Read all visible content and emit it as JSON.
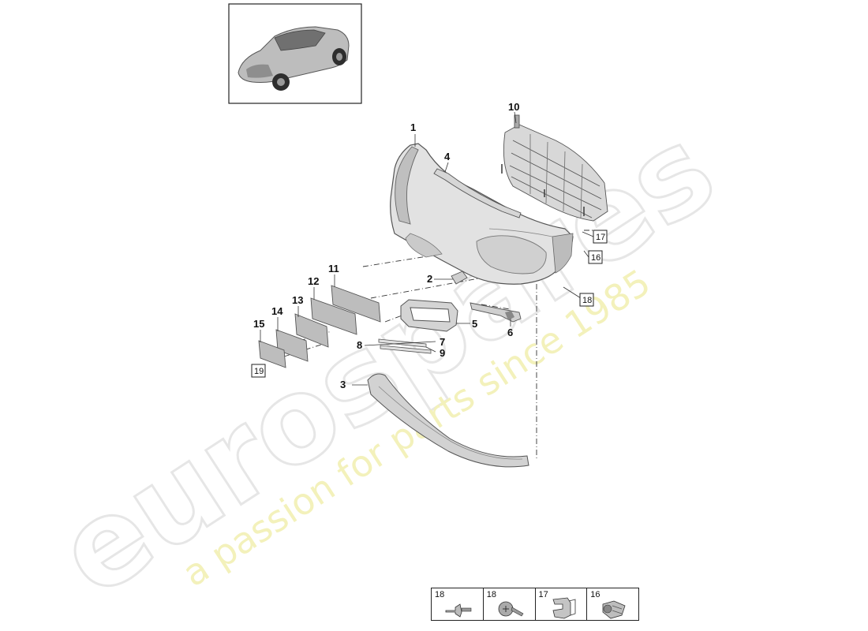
{
  "watermark": {
    "brand": "eurospares",
    "tagline": "a passion for parts since 1985"
  },
  "callouts": {
    "c1": "1",
    "c2": "2",
    "c3": "3",
    "c4": "4",
    "c5": "5",
    "c6": "6",
    "c7": "7",
    "c8": "8",
    "c9": "9",
    "c10": "10",
    "c11": "11",
    "c12": "12",
    "c13": "13",
    "c14": "14",
    "c15": "15"
  },
  "boxed_refs": {
    "b16": "16",
    "b17": "17",
    "b18": "18",
    "b19": "19"
  },
  "legend": [
    {
      "number": "18",
      "icon": "push-rivet-icon"
    },
    {
      "number": "18",
      "icon": "screw-icon"
    },
    {
      "number": "17",
      "icon": "spring-clip-icon"
    },
    {
      "number": "16",
      "icon": "expansion-nut-icon"
    }
  ]
}
